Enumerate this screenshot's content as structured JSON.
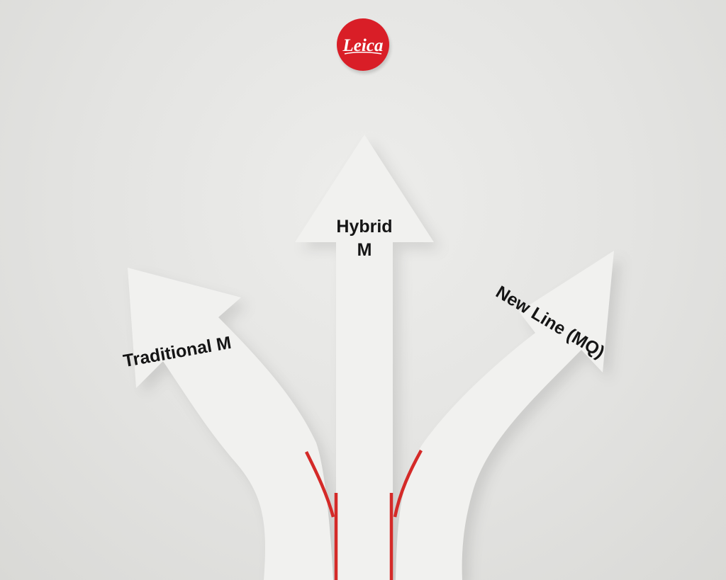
{
  "logo": {
    "text": "Leica",
    "color": "#d91e27"
  },
  "arrows": {
    "left": {
      "label": "Traditional M"
    },
    "center": {
      "label_line1": "Hybrid",
      "label_line2": "M"
    },
    "right": {
      "label": "New Line (MQ)"
    }
  },
  "colors": {
    "background": "#e3e3e1",
    "arrow": "#f1f1ef",
    "accent": "#d42a28",
    "text": "#151515"
  }
}
